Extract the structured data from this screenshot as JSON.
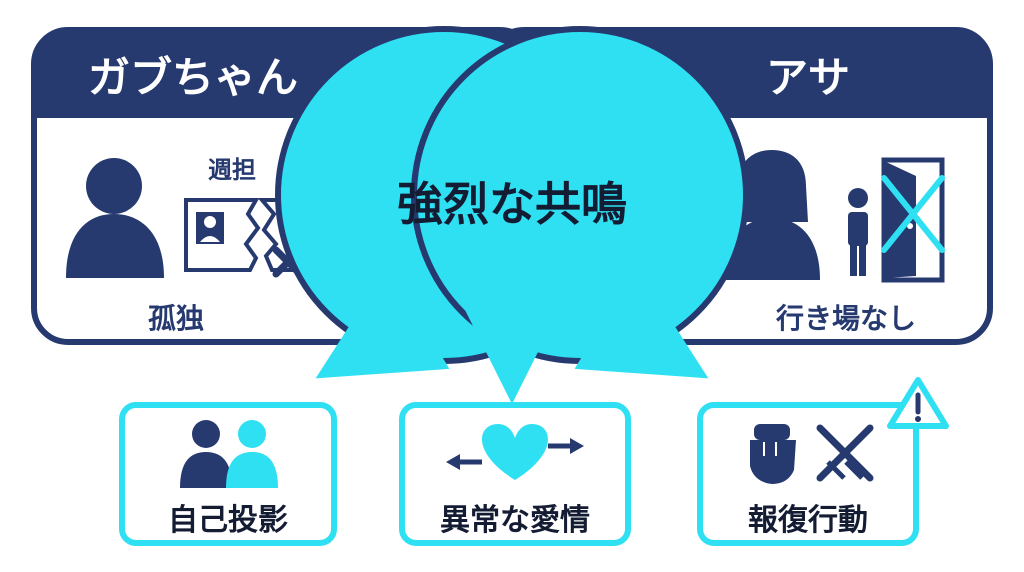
{
  "left_panel": {
    "title": "ガブちゃん",
    "label_top": "週担",
    "label_bottom": "孤独",
    "icons": [
      "person-silhouette-icon",
      "torn-id-card-icon",
      "x-mark-icon"
    ]
  },
  "right_panel": {
    "title": "アサ",
    "label_bottom": "行き場なし",
    "icons": [
      "woman-silhouette-icon",
      "small-person-icon",
      "door-icon",
      "crossed-out-icon"
    ]
  },
  "center": {
    "label": "強烈な共鳴"
  },
  "outcomes": [
    {
      "label": "自己投影",
      "icon": "two-people-icon"
    },
    {
      "label": "異常な愛情",
      "icon": "heart-arrows-icon"
    },
    {
      "label": "報復行動",
      "icon": "fist-swords-icon"
    }
  ],
  "warning_icon": "warning-triangle-icon",
  "colors": {
    "navy": "#263a70",
    "cyan": "#2fe0f2",
    "white": "#ffffff",
    "text": "#141c33"
  }
}
